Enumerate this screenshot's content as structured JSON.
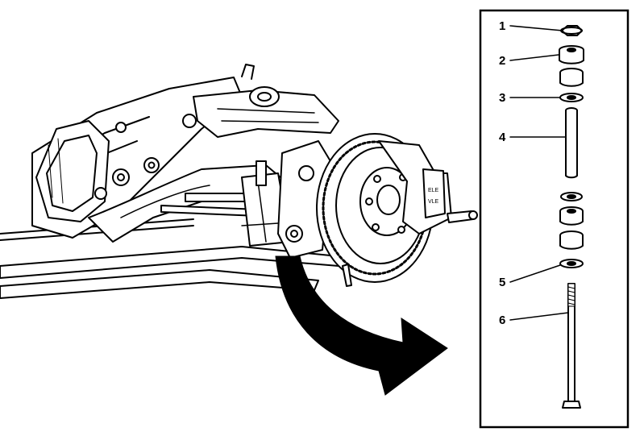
{
  "diagram": {
    "exploded_view": {
      "callouts": [
        {
          "label": "1",
          "part": "nut"
        },
        {
          "label": "2",
          "part": "upper-bushing"
        },
        {
          "label": "3",
          "part": "washer"
        },
        {
          "label": "4",
          "part": "spacer-sleeve"
        },
        {
          "label": "5",
          "part": "washer"
        },
        {
          "label": "6",
          "part": "bolt"
        }
      ]
    },
    "rotor_stamp": "ELE\nVLE"
  }
}
